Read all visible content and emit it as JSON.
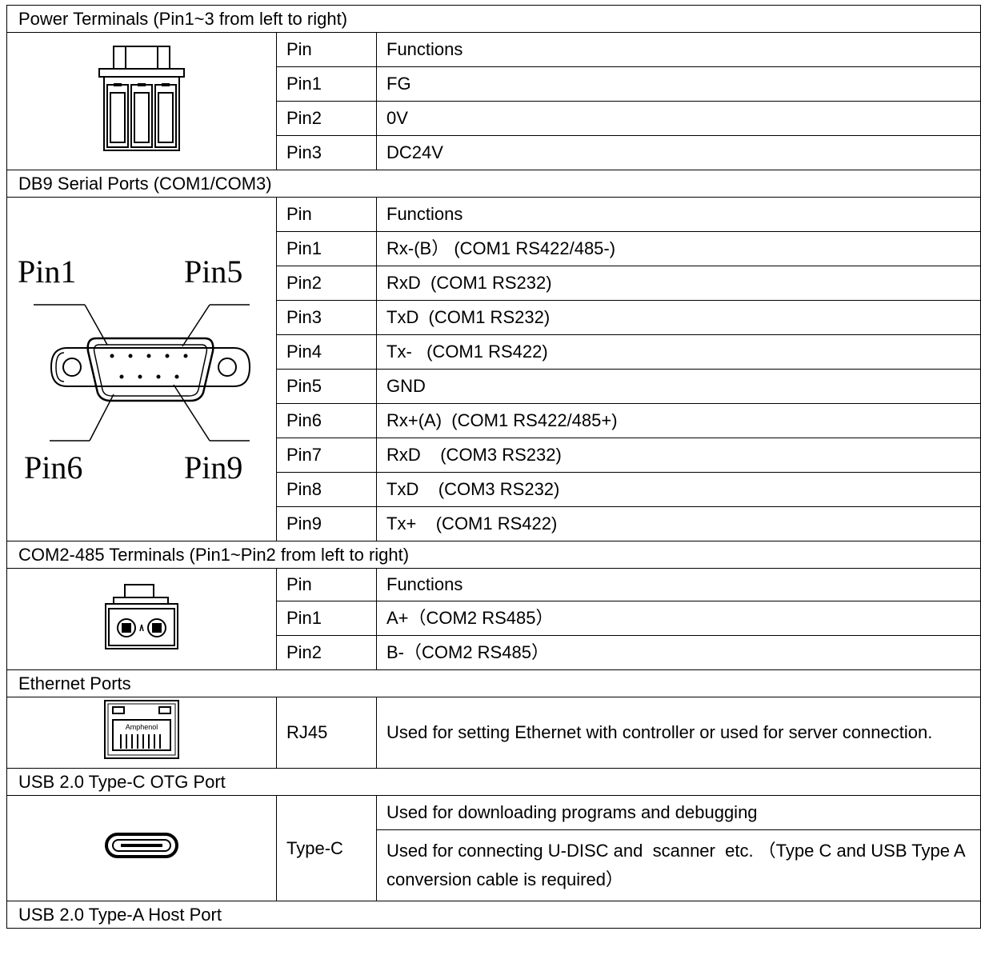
{
  "sections": {
    "power": {
      "title": "Power Terminals (Pin1~3 from left to right)",
      "header": [
        "Pin",
        "Functions"
      ],
      "rows": [
        [
          "Pin1",
          "FG"
        ],
        [
          "Pin2",
          "0V"
        ],
        [
          "Pin3",
          "DC24V"
        ]
      ]
    },
    "db9": {
      "title": "DB9 Serial Ports (COM1/COM3)",
      "header": [
        "Pin",
        "Functions"
      ],
      "rows": [
        [
          "Pin1",
          "Rx-(B） (COM1 RS422/485-)"
        ],
        [
          "Pin2",
          "RxD  (COM1 RS232)"
        ],
        [
          "Pin3",
          "TxD  (COM1 RS232)"
        ],
        [
          "Pin4",
          "Tx-   (COM1 RS422)"
        ],
        [
          "Pin5",
          "GND"
        ],
        [
          "Pin6",
          "Rx+(A)  (COM1 RS422/485+)"
        ],
        [
          "Pin7",
          "RxD    (COM3 RS232)"
        ],
        [
          "Pin8",
          "TxD    (COM3 RS232)"
        ],
        [
          "Pin9",
          "Tx+    (COM1 RS422)"
        ]
      ],
      "diagram_labels": {
        "pin1": "Pin1",
        "pin5": "Pin5",
        "pin6": "Pin6",
        "pin9": "Pin9"
      }
    },
    "com2": {
      "title": "COM2-485 Terminals (Pin1~Pin2 from left to right)",
      "header": [
        "Pin",
        "Functions"
      ],
      "rows": [
        [
          "Pin1",
          "A+（COM2 RS485）"
        ],
        [
          "Pin2",
          "B-（COM2 RS485）"
        ]
      ]
    },
    "ethernet": {
      "title": "Ethernet Ports",
      "pin": "RJ45",
      "function": "Used for setting Ethernet with controller or used for server connection.",
      "jack_brand": "Amphenol"
    },
    "usbc": {
      "title": "USB 2.0 Type-C OTG Port",
      "pin": "Type-C",
      "functions": [
        "Used for downloading programs and debugging",
        "Used for connecting U-DISC and  scanner  etc. （Type C and USB Type A conversion cable is required）"
      ]
    },
    "usba": {
      "title": "USB 2.0 Type-A Host Port"
    }
  }
}
